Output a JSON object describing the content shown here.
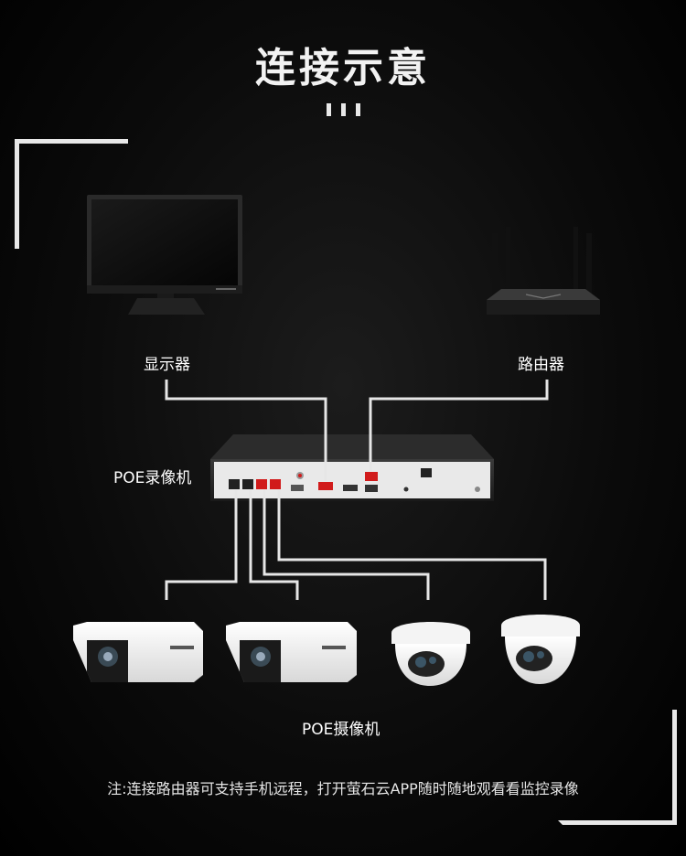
{
  "header": {
    "title": "连接示意",
    "divider_icon": "triple-bar-icon"
  },
  "devices": {
    "monitor": {
      "label": "显示器",
      "icon": "monitor-icon"
    },
    "router": {
      "label": "路由器",
      "icon": "router-icon"
    },
    "nvr": {
      "label": "POE录像机",
      "icon": "nvr-icon"
    },
    "cameras": {
      "label": "POE摄像机",
      "bullet_icon": "bullet-camera-icon",
      "dome_icon": "dome-camera-icon"
    }
  },
  "footer": {
    "note": "注:连接路由器可支持手机远程，打开萤石云APP随时随地观看看监控录像"
  },
  "colors": {
    "background": "#000000",
    "line": "#e6e6e6",
    "port_active": "#d11b1b"
  }
}
